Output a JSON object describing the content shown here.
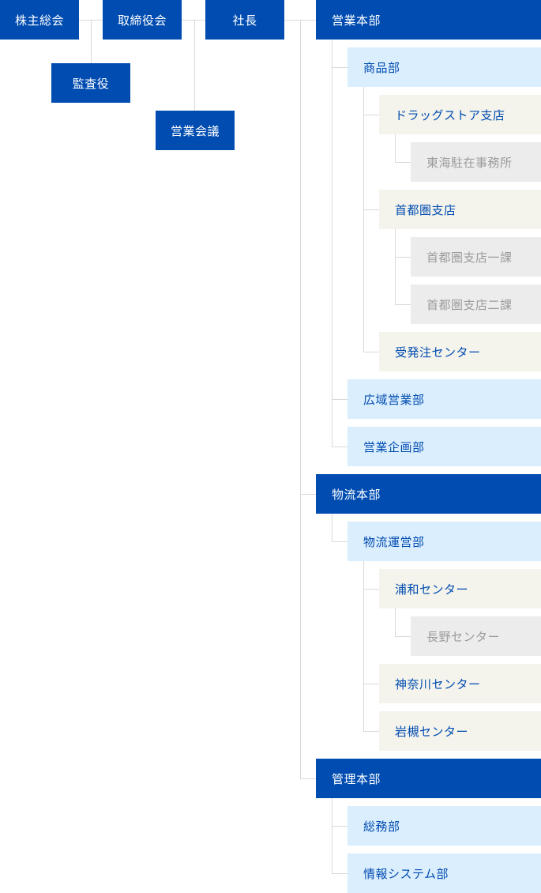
{
  "top": {
    "shareholders": "株主総会",
    "auditor": "監査役",
    "board": "取締役会",
    "sales_meeting": "営業会議",
    "president": "社長"
  },
  "divisions": [
    {
      "name": "営業本部",
      "departments": [
        {
          "name": "商品部",
          "branches": [
            {
              "name": "ドラッグストア支店",
              "offices": [
                "東海駐在事務所"
              ]
            },
            {
              "name": "首都圏支店",
              "offices": [
                "首都圏支店一課",
                "首都圏支店二課"
              ]
            },
            {
              "name": "受発注センター",
              "offices": []
            }
          ]
        },
        {
          "name": "広域営業部",
          "branches": []
        },
        {
          "name": "営業企画部",
          "branches": []
        }
      ]
    },
    {
      "name": "物流本部",
      "departments": [
        {
          "name": "物流運営部",
          "branches": [
            {
              "name": "浦和センター",
              "offices": [
                "長野センター"
              ]
            },
            {
              "name": "神奈川センター",
              "offices": []
            },
            {
              "name": "岩槻センター",
              "offices": []
            }
          ]
        }
      ]
    },
    {
      "name": "管理本部",
      "departments": [
        {
          "name": "総務部",
          "branches": []
        },
        {
          "name": "情報システム部",
          "branches": []
        }
      ]
    }
  ]
}
